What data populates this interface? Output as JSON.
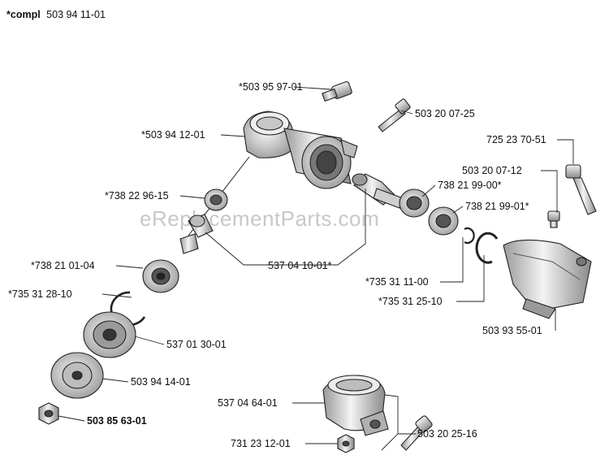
{
  "header": {
    "prefix": "*compl",
    "number": "503 94 11-01"
  },
  "watermark": "eReplacementParts.com",
  "labels": {
    "l1": "*503 95 97-01",
    "l2": "503 20 07-25",
    "l3": "*503 94 12-01",
    "l4": "725 23 70-51",
    "l5": "503 20 07-12",
    "l6": "*738 22 96-15",
    "l7": "738 21 99-00*",
    "l8": "738 21 99-01*",
    "l9": "*738 21 01-04",
    "l10": "537 04 10-01*",
    "l11": "*735 31 11-00",
    "l12": "*735 31 28-10",
    "l13": "*735 31 25-10",
    "l14": "537 01 30-01",
    "l15": "503 93 55-01",
    "l16": "503 94 14-01",
    "l17": "503 85 63-01",
    "l18": "537 04 64-01",
    "l19": "503 20 25-16",
    "l20": "731 23 12-01"
  }
}
